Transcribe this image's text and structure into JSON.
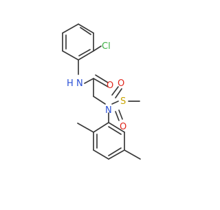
{
  "molecule": {
    "labels": {
      "cl": "Cl",
      "nh": "N",
      "h": "H",
      "o_carbonyl": "O",
      "s": "S",
      "o_sulfonyl_upper": "O",
      "o_sulfonyl_lower": "O",
      "n_sulfonamide": "N"
    },
    "colors": {
      "bond": "#3a3a3a",
      "chlorine": "#3cb043",
      "nitrogen": "#2a4fd6",
      "oxygen": "#e0261c",
      "sulfur": "#c8a400"
    }
  }
}
